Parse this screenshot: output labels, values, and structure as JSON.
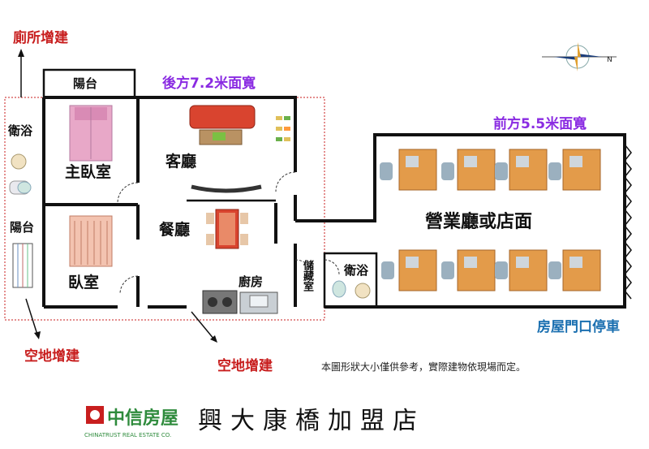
{
  "labels": {
    "toilet_ext": "廁所增建",
    "balcony_top": "陽台",
    "rear_width": "後方7.2米面寬",
    "front_width": "前方5.5米面寬",
    "bath_left": "衛浴",
    "master_bedroom": "主臥室",
    "living_room": "客廳",
    "dining_room": "餐廳",
    "balcony_left": "陽台",
    "bedroom": "臥室",
    "kitchen": "廚房",
    "storage": "儲藏室",
    "bath_mid": "衛浴",
    "business_hall": "營業廳或店面",
    "parking": "房屋門口停車",
    "vacant_ext_left": "空地增建",
    "vacant_ext_mid": "空地增建",
    "note": "本圖形狀大小僅供參考，實際建物依現場而定。",
    "store_name": "興大康橋加盟店",
    "brand_name": "中信房屋",
    "brand_en": "CHINATRUST REAL ESTATE CO.",
    "compass_n": "N"
  },
  "colors": {
    "wall": "#111111",
    "red_note": "#c81e1e",
    "purple_note": "#8a2be2",
    "blue_note": "#1a6fb0",
    "sofa": "#d9442f",
    "desk": "#e39b4a",
    "bed_pink": "#e8a8c8",
    "brand_green": "#2e8b3c"
  }
}
